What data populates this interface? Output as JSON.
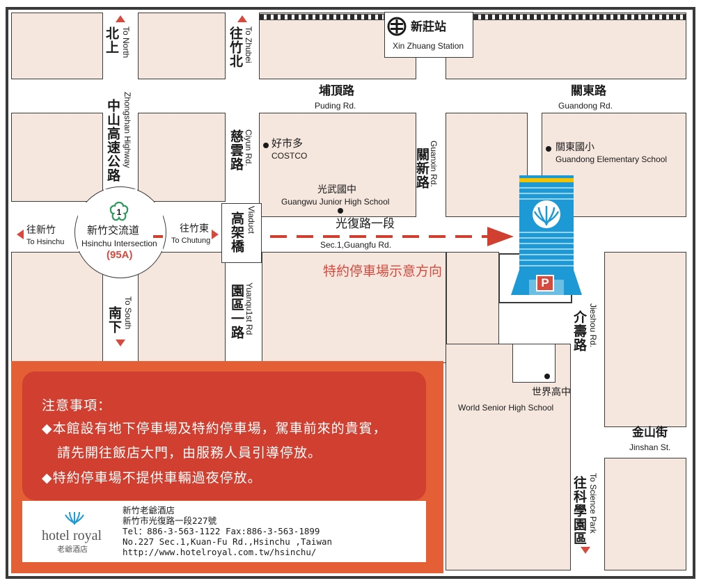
{
  "stations": {
    "xinzhuang": {
      "zh": "新莊站",
      "en": "Xin Zhuang Station",
      "icon": "railway-station-icon"
    }
  },
  "roads": {
    "puding": {
      "zh": "埔頂路",
      "en": "Puding Rd."
    },
    "guandong": {
      "zh": "關東路",
      "en": "Guandong Rd."
    },
    "zhongshan": {
      "zh": "中山高速公路",
      "en": "Zhongshan Highway"
    },
    "ciyun": {
      "zh": "慈雲路",
      "en": "Ciyun Rd."
    },
    "guanxin": {
      "zh": "關新路",
      "en": "Guanxin Rd."
    },
    "guangfu": {
      "zh": "光復路一段",
      "en": "Sec.1,Guangfu Rd."
    },
    "viaduct": {
      "zh": "高架橋",
      "en": "Viaduct"
    },
    "yuanqu": {
      "zh": "園區一路",
      "en": "Yuanqu1st Rd"
    },
    "jieshou": {
      "zh": "介壽路",
      "en": "Jieshou Rd."
    },
    "jinshan": {
      "zh": "金山街",
      "en": "Jinshan St."
    }
  },
  "directions": {
    "north": {
      "zh": "北上",
      "en": "To North"
    },
    "zhubei": {
      "zh": "往竹北",
      "en": "To Zhubei"
    },
    "south": {
      "zh": "南下",
      "en": "To South"
    },
    "hsinchu": {
      "zh": "往新竹",
      "en": "To Hsinchu"
    },
    "chutung": {
      "zh": "往竹東",
      "en": "To Chutung"
    },
    "science_park": {
      "zh": "往科學園區",
      "en": "To Science Park"
    }
  },
  "interchange": {
    "zh": "新竹交流道",
    "en": "Hsinchu Intersection",
    "number": "(95A)",
    "shield_number": "1"
  },
  "landmarks": {
    "costco": {
      "zh": "好市多",
      "en": "COSTCO"
    },
    "guangwu": {
      "zh": "光武國中",
      "en": "Guangwu Junior High School"
    },
    "guandong_school": {
      "zh": "關東國小",
      "en": "Guandong Elementary School"
    },
    "world_school": {
      "zh": "世界高中",
      "en": "World Senior High School"
    }
  },
  "hotel": {
    "parking_sign": "P"
  },
  "parking_direction": "特約停車場示意方向",
  "notice": {
    "title": "注意事項：",
    "item1_line1": "◆本館設有地下停車場及特約停車場，駕車前來的貴賓，",
    "item1_line2": "請先開往飯店大門，由服務人員引導停放。",
    "item2": "◆特約停車場不提供車輛過夜停放。"
  },
  "brand": {
    "name": "hotel royal",
    "zh": "老爺酒店"
  },
  "contact": {
    "name_zh": "新竹老爺酒店",
    "address_zh": "新竹市光復路一段227號",
    "phone": "Tel：886-3-563-1122   Fax:886-3-563-1899",
    "address_en": "No.227 Sec.1,Kuan-Fu Rd.,Hsinchu ,Taiwan",
    "url": "http://www.hotelroyal.com.tw/hsinchu/"
  },
  "colors": {
    "block_fill": "#f5e7de",
    "accent_red": "#d64a3e",
    "notice_orange": "#e55f36",
    "notice_red": "#d03f2f",
    "hotel_blue": "#1d9ad6",
    "hotel_green": "#2e9a5a"
  }
}
